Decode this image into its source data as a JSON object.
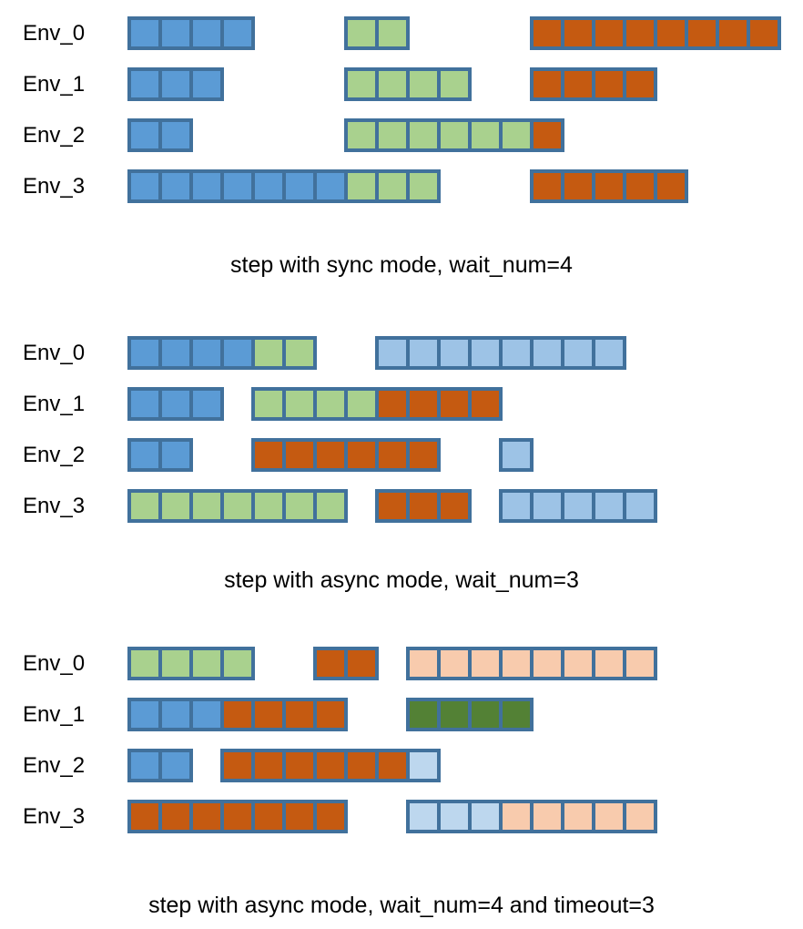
{
  "colors": {
    "border": "#41719C",
    "busy_blue": "#5B9BD5",
    "green": "#A9D18E",
    "orange": "#C55A11",
    "light_blue": "#9DC3E6",
    "pale_blue": "#BDD7EE",
    "pale_orange": "#F8CBAD",
    "dark_green": "#538135"
  },
  "time_unit_cells": 1,
  "panels": [
    {
      "caption": "step with sync mode, wait_num=4",
      "rows": [
        {
          "label": "Env_0",
          "blocks": [
            {
              "start": 0,
              "segments": [
                {
                  "color": "busy_blue",
                  "count": 4
                }
              ]
            },
            {
              "start": 7,
              "segments": [
                {
                  "color": "green",
                  "count": 2
                }
              ]
            },
            {
              "start": 13,
              "segments": [
                {
                  "color": "orange",
                  "count": 8
                }
              ]
            }
          ]
        },
        {
          "label": "Env_1",
          "blocks": [
            {
              "start": 0,
              "segments": [
                {
                  "color": "busy_blue",
                  "count": 3
                }
              ]
            },
            {
              "start": 7,
              "segments": [
                {
                  "color": "green",
                  "count": 4
                }
              ]
            },
            {
              "start": 13,
              "segments": [
                {
                  "color": "orange",
                  "count": 4
                }
              ]
            }
          ]
        },
        {
          "label": "Env_2",
          "blocks": [
            {
              "start": 0,
              "segments": [
                {
                  "color": "busy_blue",
                  "count": 2
                }
              ]
            },
            {
              "start": 7,
              "segments": [
                {
                  "color": "green",
                  "count": 6
                },
                {
                  "color": "orange",
                  "count": 1
                }
              ]
            }
          ]
        },
        {
          "label": "Env_3",
          "blocks": [
            {
              "start": 0,
              "segments": [
                {
                  "color": "busy_blue",
                  "count": 7
                },
                {
                  "color": "green",
                  "count": 3
                }
              ]
            },
            {
              "start": 13,
              "segments": [
                {
                  "color": "orange",
                  "count": 5
                }
              ]
            }
          ]
        }
      ]
    },
    {
      "caption": "step with async mode, wait_num=3",
      "rows": [
        {
          "label": "Env_0",
          "blocks": [
            {
              "start": 0,
              "segments": [
                {
                  "color": "busy_blue",
                  "count": 4
                },
                {
                  "color": "green",
                  "count": 2
                }
              ]
            },
            {
              "start": 8,
              "segments": [
                {
                  "color": "light_blue",
                  "count": 8
                }
              ]
            }
          ]
        },
        {
          "label": "Env_1",
          "blocks": [
            {
              "start": 0,
              "segments": [
                {
                  "color": "busy_blue",
                  "count": 3
                }
              ]
            },
            {
              "start": 4,
              "segments": [
                {
                  "color": "green",
                  "count": 4
                },
                {
                  "color": "orange",
                  "count": 4
                }
              ]
            }
          ]
        },
        {
          "label": "Env_2",
          "blocks": [
            {
              "start": 0,
              "segments": [
                {
                  "color": "busy_blue",
                  "count": 2
                }
              ]
            },
            {
              "start": 4,
              "segments": [
                {
                  "color": "orange",
                  "count": 6
                }
              ]
            },
            {
              "start": 12,
              "segments": [
                {
                  "color": "light_blue",
                  "count": 1
                }
              ]
            }
          ]
        },
        {
          "label": "Env_3",
          "blocks": [
            {
              "start": 0,
              "segments": [
                {
                  "color": "green",
                  "count": 7
                }
              ]
            },
            {
              "start": 8,
              "segments": [
                {
                  "color": "orange",
                  "count": 3
                }
              ]
            },
            {
              "start": 12,
              "segments": [
                {
                  "color": "light_blue",
                  "count": 5
                }
              ]
            }
          ]
        }
      ]
    },
    {
      "caption": "step with async mode, wait_num=4 and timeout=3",
      "rows": [
        {
          "label": "Env_0",
          "blocks": [
            {
              "start": 0,
              "segments": [
                {
                  "color": "green",
                  "count": 4
                }
              ]
            },
            {
              "start": 6,
              "segments": [
                {
                  "color": "orange",
                  "count": 2
                }
              ]
            },
            {
              "start": 9,
              "segments": [
                {
                  "color": "pale_orange",
                  "count": 8
                }
              ]
            }
          ]
        },
        {
          "label": "Env_1",
          "blocks": [
            {
              "start": 0,
              "segments": [
                {
                  "color": "busy_blue",
                  "count": 3
                },
                {
                  "color": "orange",
                  "count": 4
                }
              ]
            },
            {
              "start": 9,
              "segments": [
                {
                  "color": "dark_green",
                  "count": 4
                }
              ]
            }
          ]
        },
        {
          "label": "Env_2",
          "blocks": [
            {
              "start": 0,
              "segments": [
                {
                  "color": "busy_blue",
                  "count": 2
                }
              ]
            },
            {
              "start": 3,
              "segments": [
                {
                  "color": "orange",
                  "count": 6
                },
                {
                  "color": "pale_blue",
                  "count": 1
                }
              ]
            }
          ]
        },
        {
          "label": "Env_3",
          "blocks": [
            {
              "start": 0,
              "segments": [
                {
                  "color": "orange",
                  "count": 7
                }
              ]
            },
            {
              "start": 9,
              "segments": [
                {
                  "color": "pale_blue",
                  "count": 3
                },
                {
                  "color": "pale_orange",
                  "count": 5
                }
              ]
            }
          ]
        }
      ]
    }
  ]
}
